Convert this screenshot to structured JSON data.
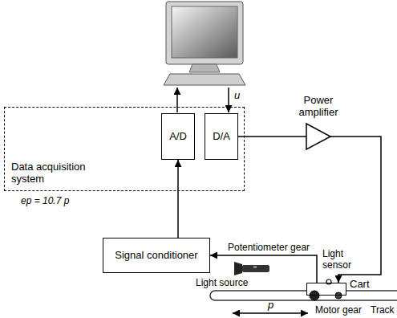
{
  "diagram": {
    "nodes": [
      {
        "text": [
          "Data acquisition system"
        ]
      },
      {
        "text": [
          "A/D"
        ],
        "in": 0
      },
      {
        "text": [
          "D/A"
        ],
        "in": 0
      },
      {
        "text": [
          "Power amplifier"
        ]
      },
      {
        "text": [
          "Signal conditioner"
        ]
      },
      {
        "text": [
          "Cart"
        ]
      }
    ],
    "edges": [
      {
        "from": 2,
        "to": 3,
        "arrow": "none"
      },
      {
        "from": 3,
        "to": 5,
        "arrow": "to"
      },
      {
        "from": 5,
        "to": 4,
        "label": "Potentiometer gear",
        "arrow": "to"
      },
      {
        "from": 4,
        "to": 1,
        "label": "ep = 10.7 p",
        "arrow": "to"
      }
    ],
    "labels": [
      "u",
      "Light sensor",
      "Light source",
      "Track",
      "p",
      "Motor gear"
    ]
  }
}
